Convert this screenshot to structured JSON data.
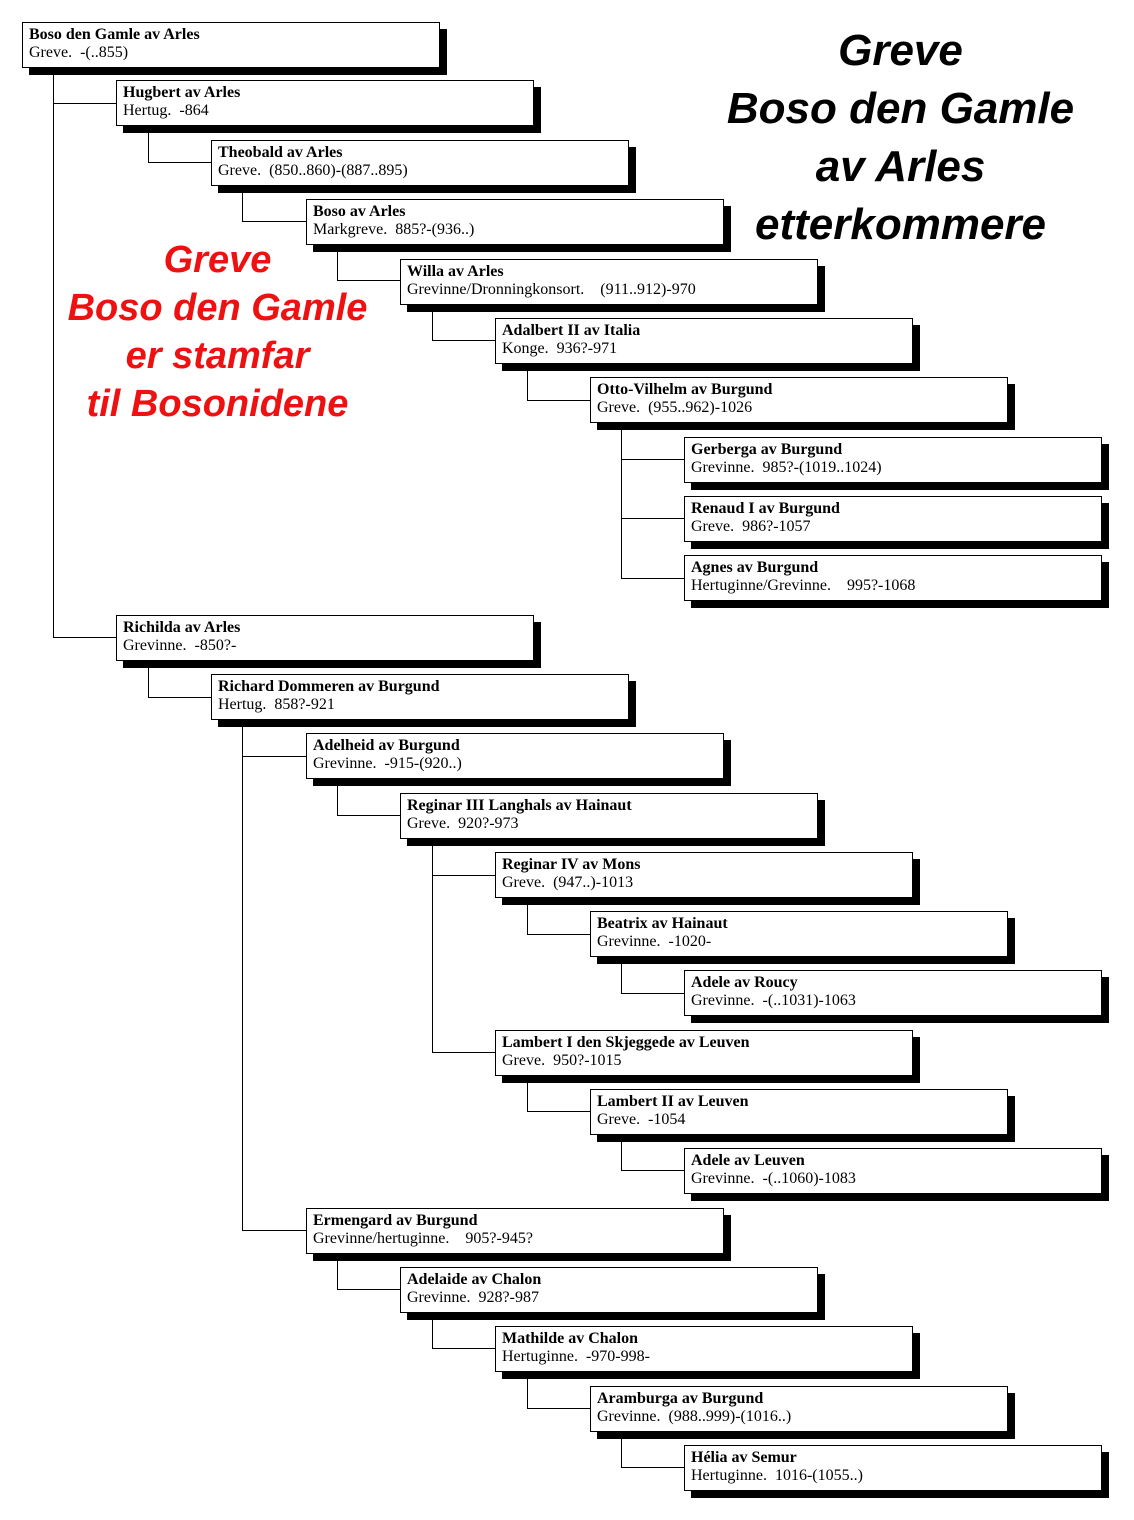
{
  "title": {
    "lines": [
      "Greve",
      "Boso den Gamle",
      "av Arles",
      "etterkommere"
    ]
  },
  "subtitle": {
    "lines": [
      "Greve",
      "Boso den Gamle",
      "er stamfar",
      "til Bosonidene"
    ],
    "color": "#ee1111"
  },
  "people": [
    {
      "name": "Boso den Gamle av Arles",
      "title": "Greve.  -(..855)"
    },
    {
      "name": "Hugbert av Arles",
      "title": "Hertug.  -864"
    },
    {
      "name": "Theobald av Arles",
      "title": "Greve.  (850..860)-(887..895)"
    },
    {
      "name": "Boso av Arles",
      "title": "Markgreve.  885?-(936..)"
    },
    {
      "name": "Willa av Arles",
      "title": "Grevinne/Dronningkonsort.    (911..912)-970"
    },
    {
      "name": "Adalbert II av Italia",
      "title": "Konge.  936?-971"
    },
    {
      "name": "Otto-Vilhelm av Burgund",
      "title": "Greve.  (955..962)-1026"
    },
    {
      "name": "Gerberga av Burgund",
      "title": "Grevinne.  985?-(1019..1024)"
    },
    {
      "name": "Renaud I av Burgund",
      "title": "Greve.  986?-1057"
    },
    {
      "name": "Agnes av Burgund",
      "title": "Hertuginne/Grevinne.    995?-1068"
    },
    {
      "name": "Richilda av Arles",
      "title": "Grevinne.  -850?-"
    },
    {
      "name": "Richard Dommeren av Burgund",
      "title": "Hertug.  858?-921"
    },
    {
      "name": "Adelheid av Burgund",
      "title": "Grevinne.  -915-(920..)"
    },
    {
      "name": "Reginar III Langhals av Hainaut",
      "title": "Greve.  920?-973"
    },
    {
      "name": "Reginar IV av Mons",
      "title": "Greve.  (947..)-1013"
    },
    {
      "name": "Beatrix av Hainaut",
      "title": "Grevinne.  -1020-"
    },
    {
      "name": "Adele av Roucy",
      "title": "Grevinne.  -(..1031)-1063"
    },
    {
      "name": "Lambert I den Skjeggede av Leuven",
      "title": "Greve.  950?-1015"
    },
    {
      "name": "Lambert II av Leuven",
      "title": "Greve.  -1054"
    },
    {
      "name": "Adele av Leuven",
      "title": "Grevinne.  -(..1060)-1083"
    },
    {
      "name": "Ermengard av Burgund",
      "title": "Grevinne/hertuginne.    905?-945?"
    },
    {
      "name": "Adelaide av Chalon",
      "title": "Grevinne.  928?-987"
    },
    {
      "name": "Mathilde av Chalon",
      "title": "Hertuginne.  -970-998-"
    },
    {
      "name": "Aramburga av Burgund",
      "title": "Grevinne.  (988..999)-(1016..)"
    },
    {
      "name": "Hélia av Semur",
      "title": "Hertuginne.  1016-(1055..)"
    }
  ]
}
